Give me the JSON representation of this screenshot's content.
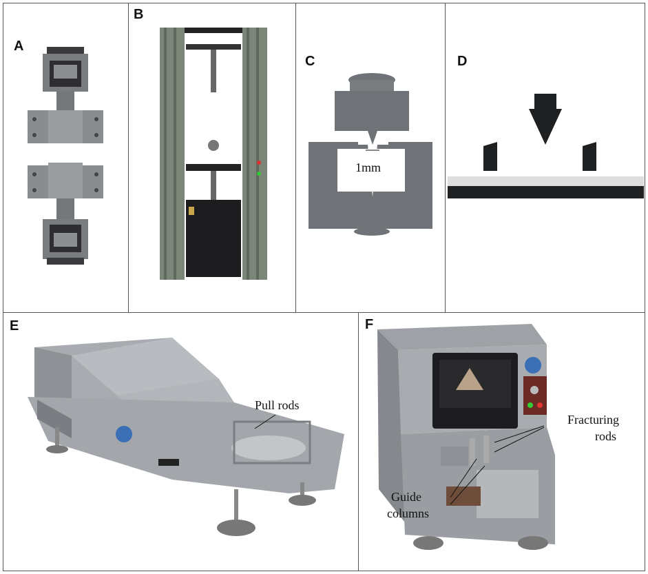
{
  "panels": {
    "a": {
      "label": "A"
    },
    "b": {
      "label": "B"
    },
    "c": {
      "label": "C",
      "dimension": "1mm"
    },
    "d": {
      "label": "D"
    },
    "e": {
      "label": "E",
      "annotation": "Pull rods"
    },
    "f": {
      "label": "F",
      "annotation_fracturing_line1": "Fracturing",
      "annotation_fracturing_line2": "rods",
      "annotation_guide_line1": "Guide",
      "annotation_guide_line2": "columns"
    }
  },
  "colors": {
    "metal": "#8f9296",
    "metal_dark": "#6f7276",
    "frame_green": "#7c8678",
    "machine_black": "#1c1c1e",
    "body_gray": "#a8acb0"
  }
}
